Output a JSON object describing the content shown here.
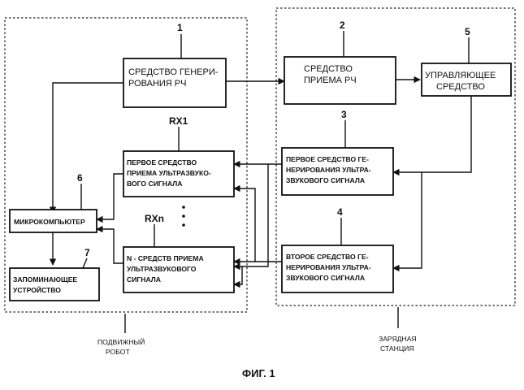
{
  "regions": {
    "robot": {
      "caption_lines": [
        "ПОДВИЖНЫЙ",
        "РОБОТ"
      ]
    },
    "station": {
      "caption_lines": [
        "ЗАРЯДНАЯ",
        "СТАНЦИЯ"
      ]
    }
  },
  "blocks": {
    "rf_generator": {
      "number": "1",
      "lines": [
        "СРЕДСТВО ГЕНЕРИ-",
        "РОВАНИЯ  РЧ"
      ]
    },
    "rf_receiver": {
      "number": "2",
      "lines": [
        "СРЕДСТВО",
        "ПРИЕМА  РЧ"
      ]
    },
    "first_us_generator": {
      "number": "3",
      "lines": [
        "ПЕРВОЕ СРЕДСТВО ГЕ-",
        "НЕРИРОВАНИЯ УЛЬТРА-",
        "ЗВУКОВОГО СИГНАЛА"
      ]
    },
    "second_us_generator": {
      "number": "4",
      "lines": [
        "ВТОРОЕ СРЕДСТВО ГЕ-",
        "НЕРИРОВАНИЯ УЛЬТРА-",
        "ЗВУКОВОГО СИГНАЛА"
      ]
    },
    "controller": {
      "number": "5",
      "lines": [
        "УПРАВЛЯЮЩЕЕ",
        "СРЕДСТВО"
      ]
    },
    "microcomputer": {
      "number": "6",
      "lines": [
        "МИКРОКОМПЬЮТЕР"
      ]
    },
    "memory": {
      "number": "7",
      "lines": [
        "ЗАПОМИНАЮЩЕЕ",
        "УСТРОЙСТВО"
      ]
    },
    "first_us_receiver": {
      "number": "RX1",
      "lines": [
        "ПЕРВОЕ СРЕДСТВО",
        "ПРИЕМА УЛЬТРАЗВУКО-",
        "ВОГО СИГНАЛА"
      ]
    },
    "n_us_receiver": {
      "number": "RXn",
      "lines": [
        "N - СРЕДСТВ ПРИЕМА",
        "УЛЬТРАЗВУКОВОГО",
        "СИГНАЛА"
      ]
    }
  },
  "figure_caption": "ФИГ. 1"
}
